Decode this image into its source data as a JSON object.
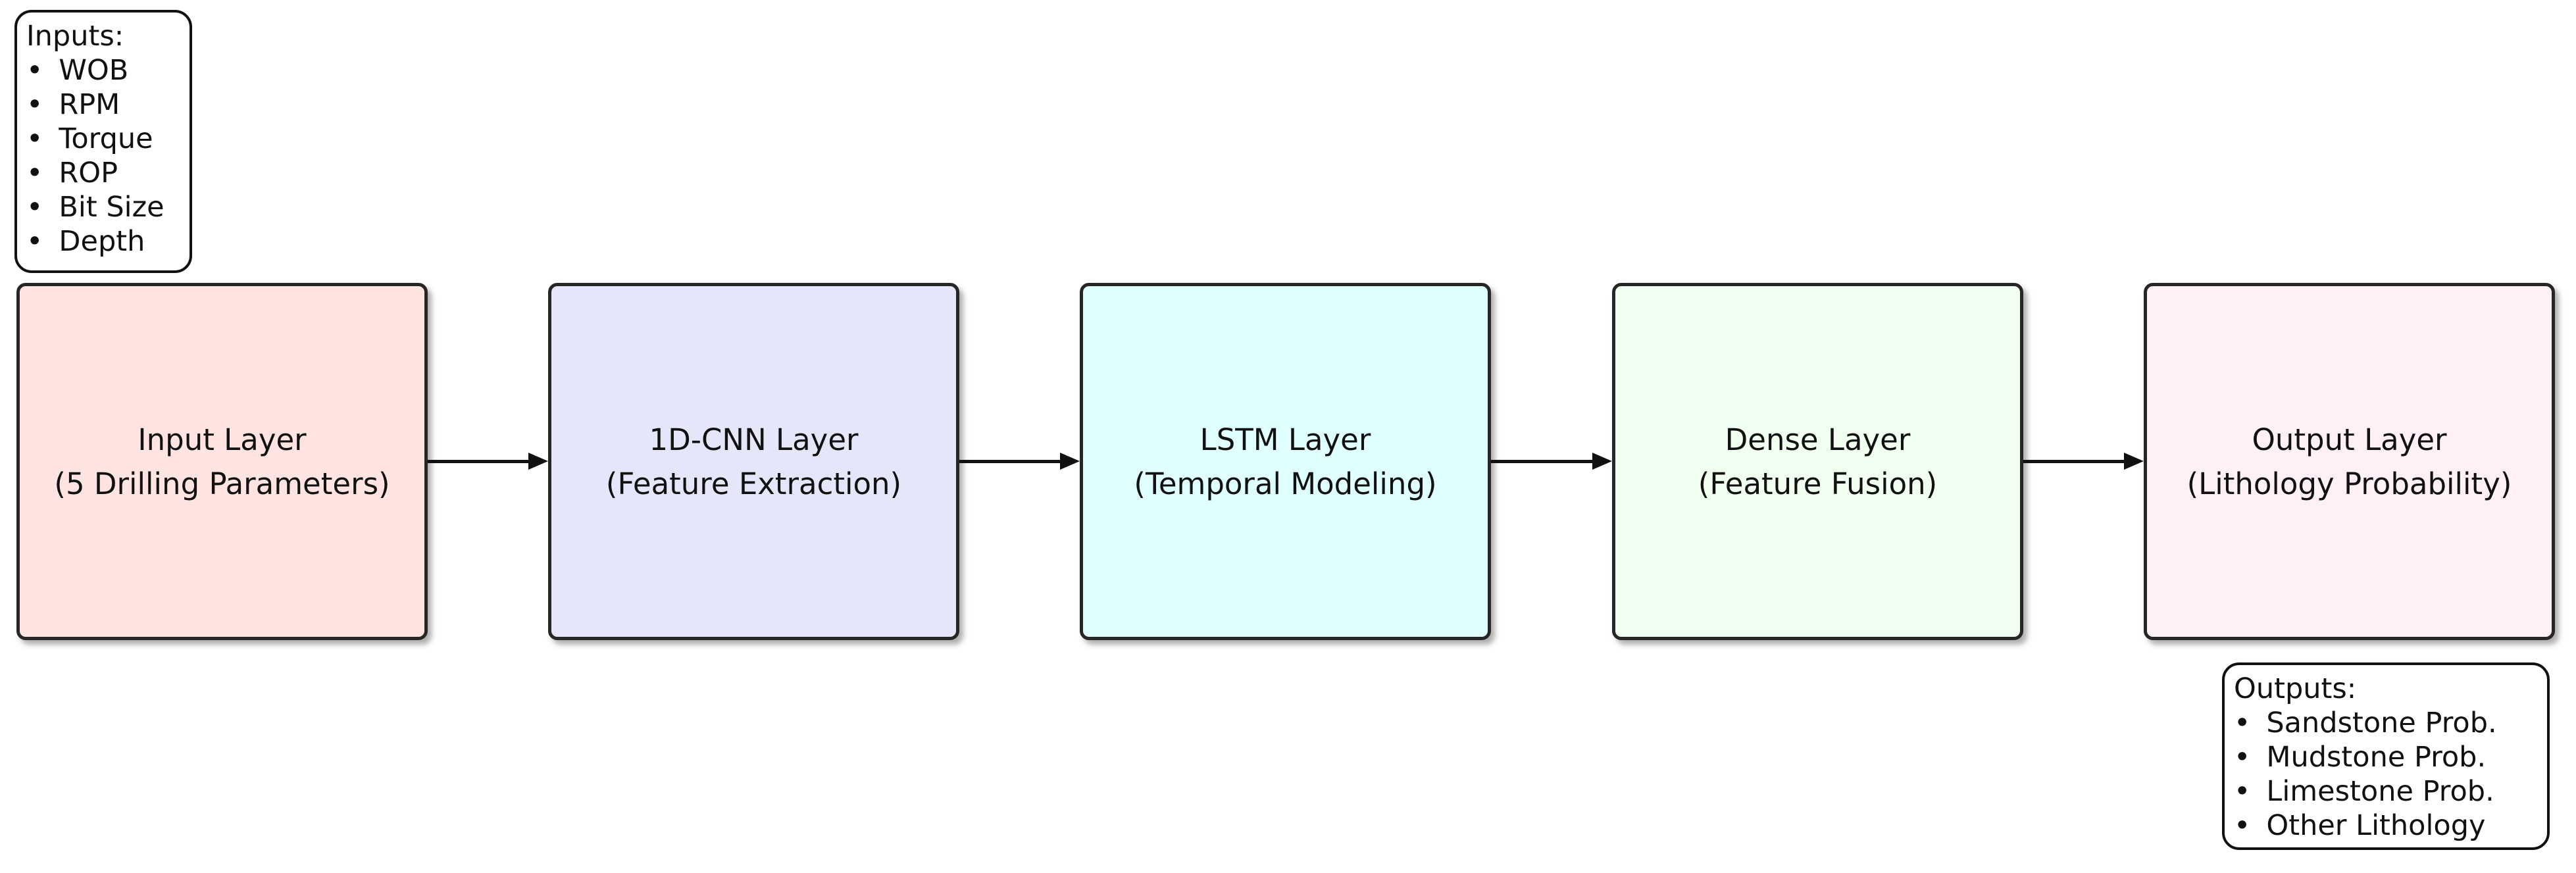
{
  "annotations": {
    "inputs": {
      "title": "Inputs:",
      "items": [
        "WOB",
        "RPM",
        "Torque",
        "ROP",
        "Bit Size",
        "Depth"
      ]
    },
    "outputs": {
      "title": "Outputs:",
      "items": [
        "Sandstone Prob.",
        "Mudstone Prob.",
        "Limestone Prob.",
        "Other Lithology"
      ]
    }
  },
  "stages": [
    {
      "title": "Input Layer",
      "subtitle": "(5 Drilling Parameters)",
      "fill": "#FFE4E1"
    },
    {
      "title": "1D-CNN Layer",
      "subtitle": "(Feature Extraction)",
      "fill": "#E6E6FA"
    },
    {
      "title": "LSTM Layer",
      "subtitle": "(Temporal Modeling)",
      "fill": "#E0FFFF"
    },
    {
      "title": "Dense Layer",
      "subtitle": "(Feature Fusion)",
      "fill": "#F0FFF0"
    },
    {
      "title": "Output Layer",
      "subtitle": "(Lithology Probability)",
      "fill": "#FFF0F5"
    }
  ],
  "colors": {
    "background": "#ffffff",
    "text": "#111111",
    "box_border": "#262626",
    "note_border": "#111111",
    "arrow": "#111111"
  }
}
